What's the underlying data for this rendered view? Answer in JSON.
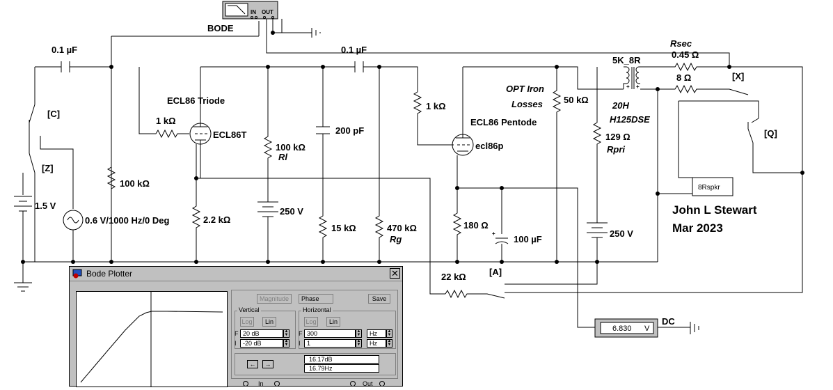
{
  "title_block": {
    "author": "John L Stewart",
    "date": "Mar 2023"
  },
  "bode_instrument": {
    "label": "BODE",
    "in_label": "IN",
    "out_label": "OUT"
  },
  "labels": {
    "c_top_left": "0.1 µF",
    "c_top_mid": "0.1 µF",
    "r_grid_triode": "1 kΩ",
    "r_100k_left": "100 kΩ",
    "src_ac": "0.6 V/1000 Hz/0 Deg",
    "src_dc": "1.5 V",
    "triode_title": "ECL86 Triode",
    "triode_part": "ECL86T",
    "r_cathode_triode": "2.2 kΩ",
    "r_plate_triode": "100 kΩ",
    "r_plate_triode_name": "Rl",
    "b_250_left": "250 V",
    "c_200p": "200 pF",
    "r_15k": "15 kΩ",
    "r_470k": "470 kΩ",
    "r_470k_name": "Rg",
    "r_grid_pentode": "1 kΩ",
    "pentode_title": "ECL86 Pentode",
    "pentode_part": "ecl86p",
    "r_cathode_pentode": "180 Ω",
    "c_100u": "100 µF",
    "opt_iron_1": "OPT Iron",
    "opt_iron_2": "Losses",
    "r_50k": "50 kΩ",
    "xfmr_name": "5K_8R",
    "xfmr_l": "20H",
    "xfmr_part": "H125DSE",
    "r_rpri": "129 Ω",
    "r_rpri_name": "Rpri",
    "b_250_right": "250 V",
    "rsec_name": "Rsec",
    "rsec_val": "0.45 Ω",
    "r_8": "8 Ω",
    "speaker": "8Rspkr",
    "r_22k": "22 kΩ",
    "sw_c": "[C]",
    "sw_z": "[Z]",
    "sw_a": "[A]",
    "sw_x": "[X]",
    "sw_q": "[Q]",
    "dc_label": "DC"
  },
  "dc_meter": {
    "value": "6.830",
    "unit": "V"
  },
  "bode_window": {
    "title": "Bode Plotter",
    "close": "✕",
    "buttons": {
      "magnitude": "Magnitude",
      "phase": "Phase",
      "save": "Save"
    },
    "vertical": {
      "label": "Vertical",
      "log": "Log",
      "lin": "Lin",
      "f_label": "F",
      "f_value": "20",
      "f_unit": "dB",
      "i_label": "I",
      "i_value": "-20",
      "i_unit": "dB"
    },
    "horizontal": {
      "label": "Horizontal",
      "log": "Log",
      "lin": "Lin",
      "f_label": "F",
      "f_value": "300",
      "f_unit": "Hz",
      "i_label": "I",
      "i_value": "1",
      "i_unit": "Hz"
    },
    "nav": {
      "left": "←",
      "right": "→"
    },
    "readout_db": "16.17dB",
    "readout_hz": "16.79Hz",
    "in_label": "In",
    "out_label": "Out"
  }
}
